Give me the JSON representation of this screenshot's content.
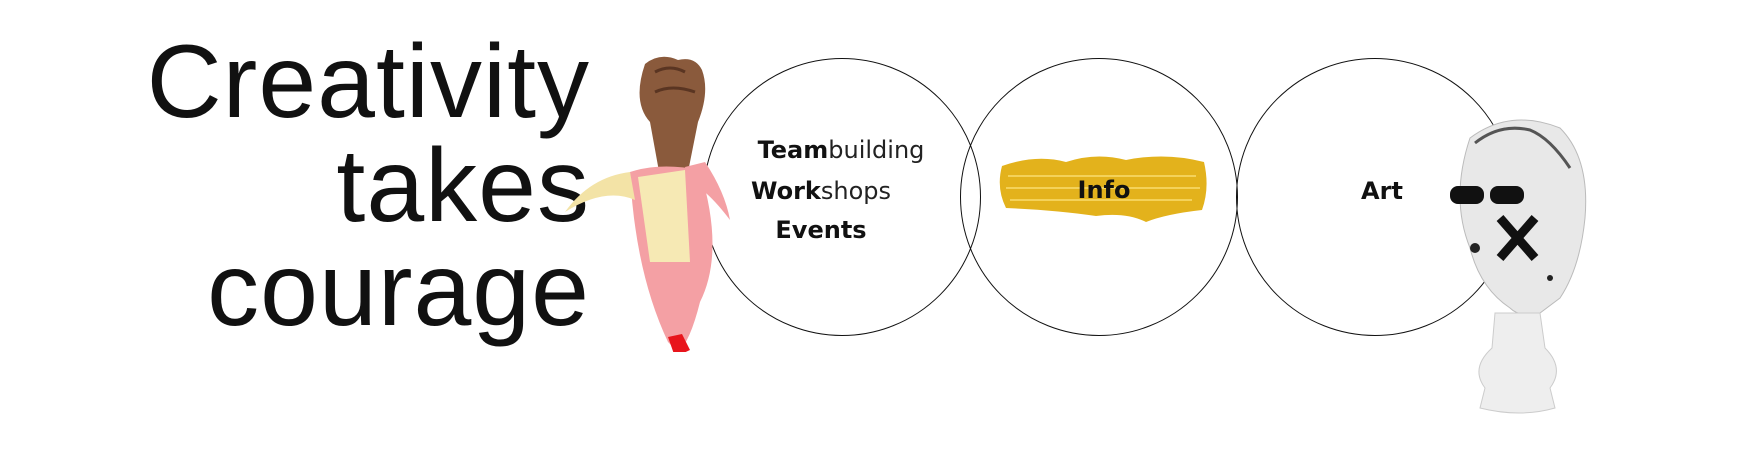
{
  "headline": {
    "lines": [
      "Creativity",
      "takes",
      "courage"
    ]
  },
  "circles": [
    {
      "items": [
        {
          "bold": "Team",
          "light": "building"
        },
        {
          "bold": "Work",
          "light": "shops"
        },
        {
          "bold": "Events",
          "light": ""
        }
      ]
    },
    {
      "label": "Info"
    },
    {
      "label": "Art"
    }
  ],
  "colors": {
    "gold": "#e3b21c",
    "banana_pink": "#f4a0a4",
    "peel": "#f3e3a6"
  }
}
